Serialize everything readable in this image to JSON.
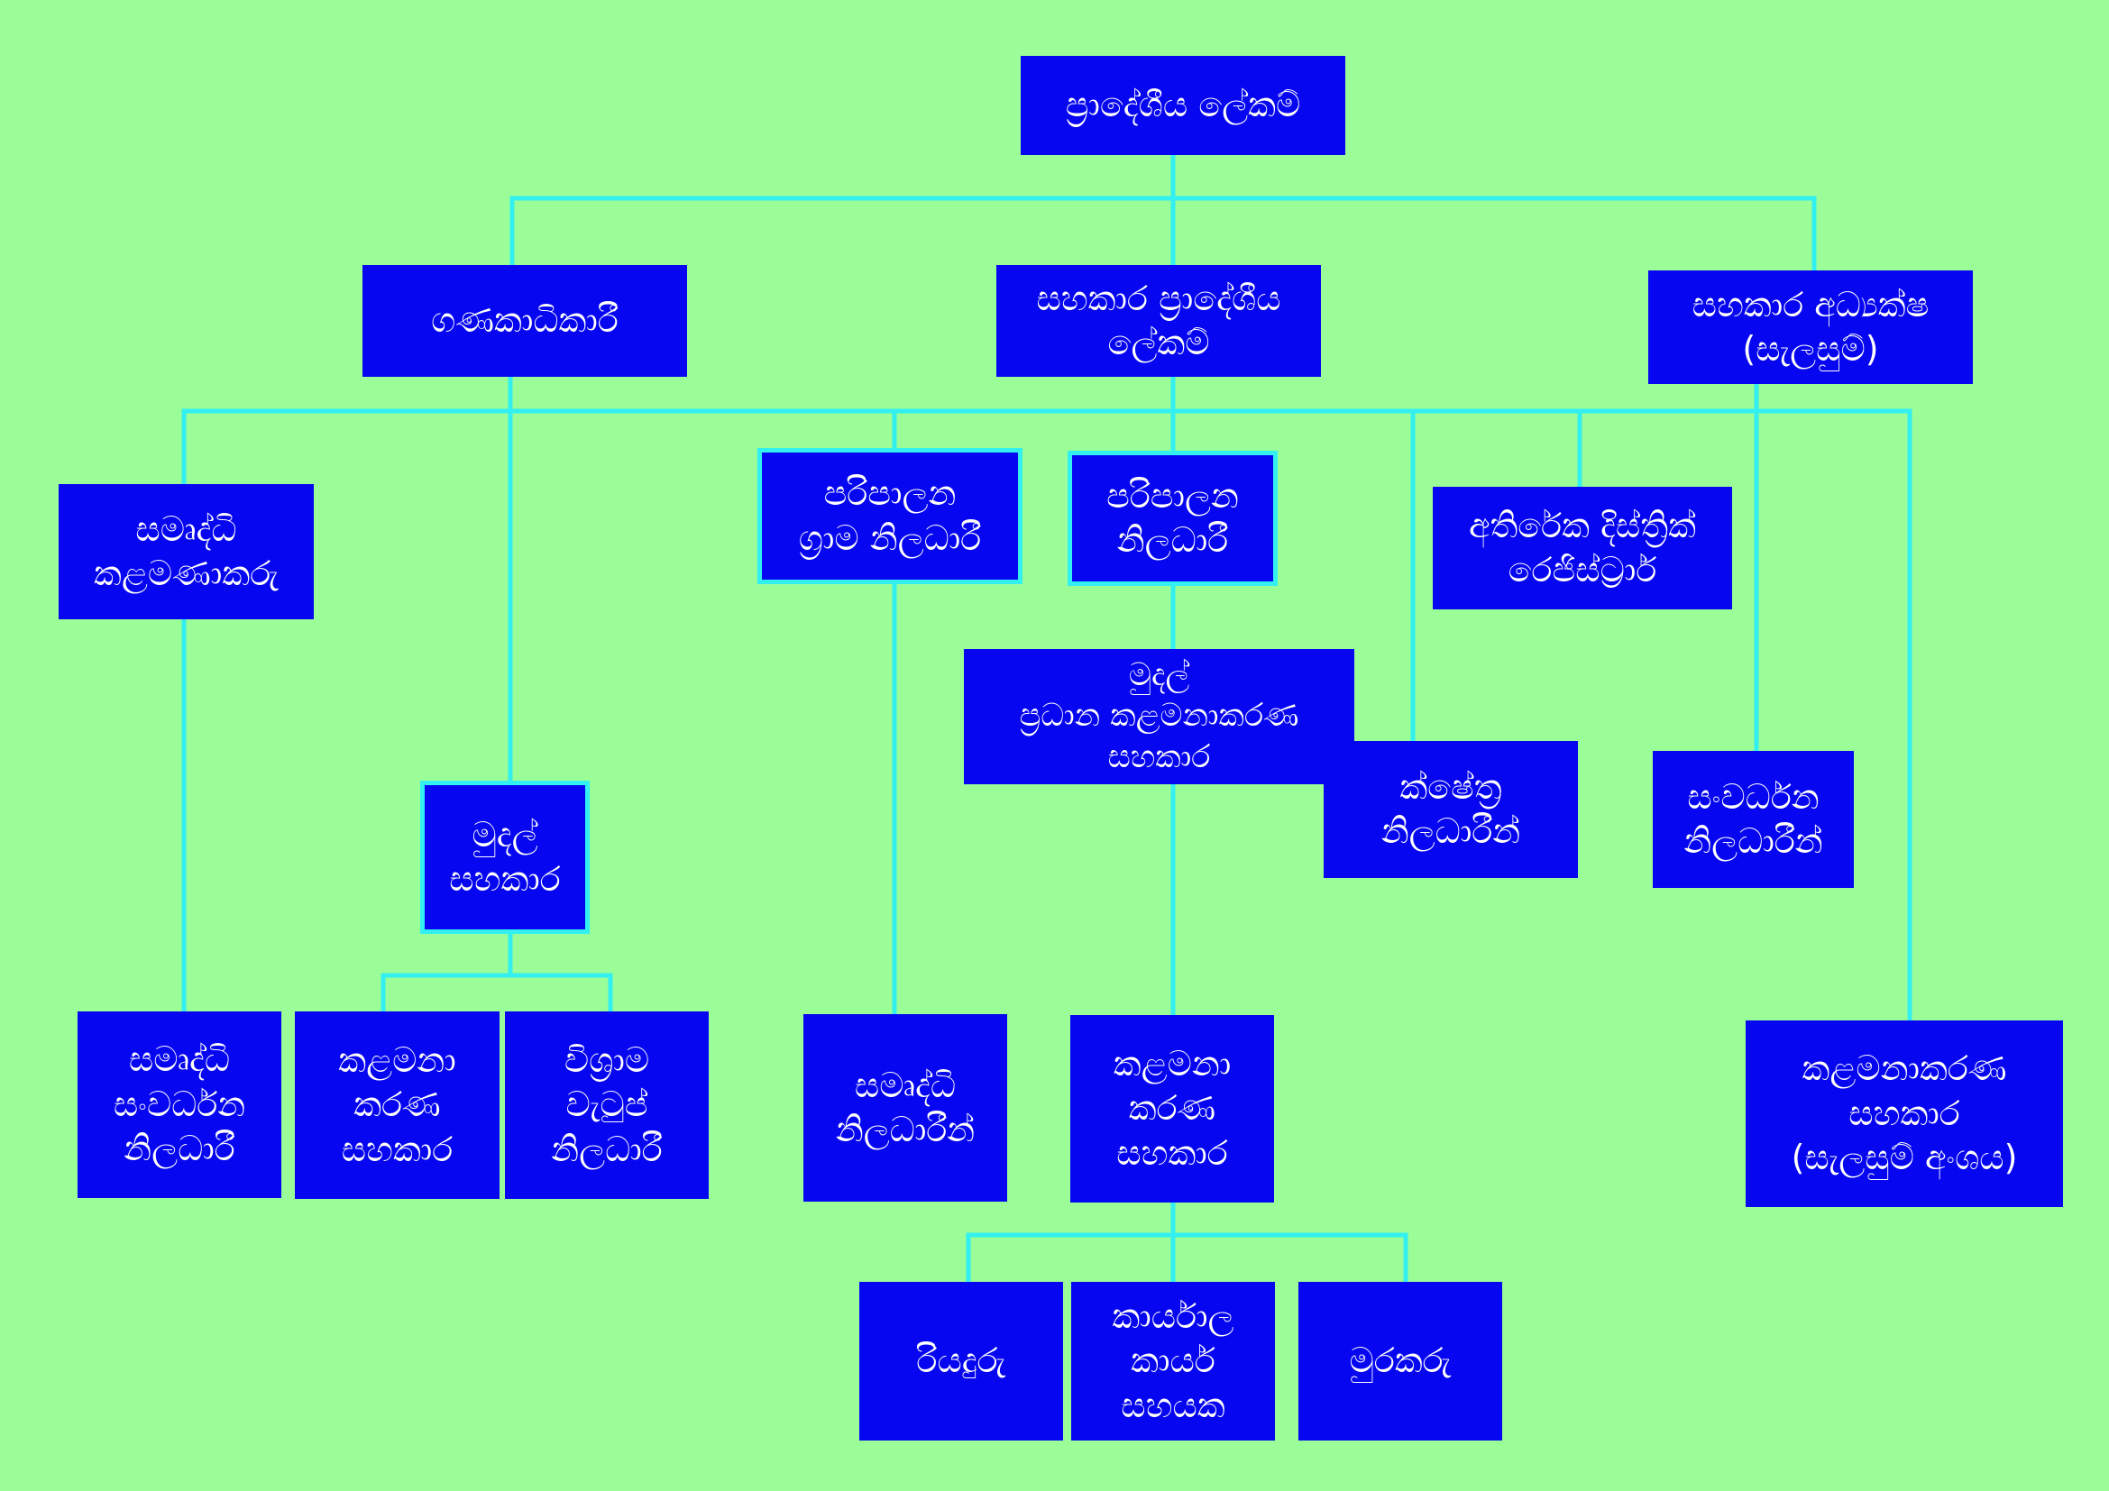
{
  "chart": {
    "nodes": [
      {
        "id": "n_root",
        "text": "ප්‍රාදේශීය ලේකම්"
      },
      {
        "id": "n_gana",
        "text": "ගණකාධිකාරී"
      },
      {
        "id": "n_asst_ds",
        "text": "සහකාර ප්‍රාදේශීය\nලේකම්"
      },
      {
        "id": "n_asst_dir",
        "text": "සහකාර අධ්‍යක්ෂ\n(සැලසුම්)"
      },
      {
        "id": "n_samurdhi_mgr",
        "text": "සමෘද්ධි\nකළමණාකරු"
      },
      {
        "id": "n_admin_gn",
        "text": "පරිපාලන\nග්‍රාම නිලධාරී"
      },
      {
        "id": "n_admin_officer",
        "text": "පරිපාලන\nනිලධාරී"
      },
      {
        "id": "n_add_registrar",
        "text": "අතිරේක දිස්ත්‍රික්\nරෙජිස්ට්‍රාර්"
      },
      {
        "id": "n_fin_head",
        "text": "මුදල්\nප්‍රධාන කළමනාකරණ\nසහකාර"
      },
      {
        "id": "n_field",
        "text": "ක්ෂේත්‍ර\nනිලධාරීන්"
      },
      {
        "id": "n_dev",
        "text": "සංවර්ධන\nනිලධාරීන්"
      },
      {
        "id": "n_fin_asst",
        "text": "මුදල්\nසහකාර"
      },
      {
        "id": "n_samurdhi_dev",
        "text": "සමෘද්ධි\nසංවර්ධන\nනිලධාරී"
      },
      {
        "id": "n_mgmt_asst_1",
        "text": "කළමනා\nකරණ\nසහකාර"
      },
      {
        "id": "n_pension",
        "text": "විශ්‍රාම\nවැටුප්\nනිලධාරී"
      },
      {
        "id": "n_samurdhi_off",
        "text": "සමෘද්ධි\nනිලධාරීන්"
      },
      {
        "id": "n_mgmt_asst_2",
        "text": "කළමනා\nකරණ\nසහකාර"
      },
      {
        "id": "n_mgmt_asst_plan",
        "text": "කළමනාකරණ\nසහකාර\n(සැලසුම් අංශය)"
      },
      {
        "id": "n_driver",
        "text": "රියදුරු"
      },
      {
        "id": "n_office_aide",
        "text": "කාර්යාල\nකාර්ය\nසහයක"
      },
      {
        "id": "n_watcher",
        "text": "මුරකරු"
      }
    ]
  },
  "colors": {
    "background": "#9bfd98",
    "box": "#0606f0",
    "text": "#ffffff",
    "connector": "#33f0f0"
  }
}
